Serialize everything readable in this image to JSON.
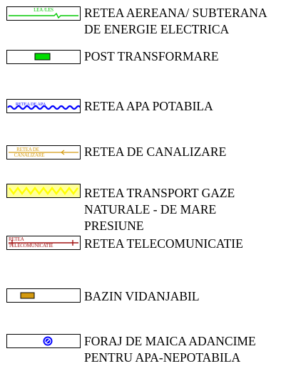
{
  "legend": {
    "items": [
      {
        "id": "power-line",
        "label": "RETEA AEREANA/ SUBTERANA\nDE ENERGIE ELECTRICA",
        "symbol_text": "LEA /LES",
        "color": "#00c800"
      },
      {
        "id": "transformer",
        "label": "POST TRANSFORMARE",
        "color": "#00dd00"
      },
      {
        "id": "water-network",
        "label": "RETEA APA POTABILA",
        "symbol_text": "RETEA DE APA",
        "color": "#0000ff"
      },
      {
        "id": "sewer-network",
        "label": "RETEA DE CANALIZARE",
        "symbol_text": "RETEA DE\nCANALIZARE",
        "color": "#d49a10"
      },
      {
        "id": "gas-network",
        "label": "RETEA TRANSPORT GAZE\nNATURALE - DE MARE\nPRESIUNE",
        "color": "#ffff00"
      },
      {
        "id": "telecom-network",
        "label": "RETEA TELECOMUNICATIE",
        "symbol_text": "RETEA\nTELECOMUNICATIE",
        "color": "#a01010"
      },
      {
        "id": "septic-tank",
        "label": "BAZIN VIDANJABIL",
        "color": "#d49a10"
      },
      {
        "id": "well",
        "label": "FORAJ DE MAICA  ADANCIME\nPENTRU APA-NEPOTABILA",
        "color": "#0000ff"
      }
    ]
  }
}
